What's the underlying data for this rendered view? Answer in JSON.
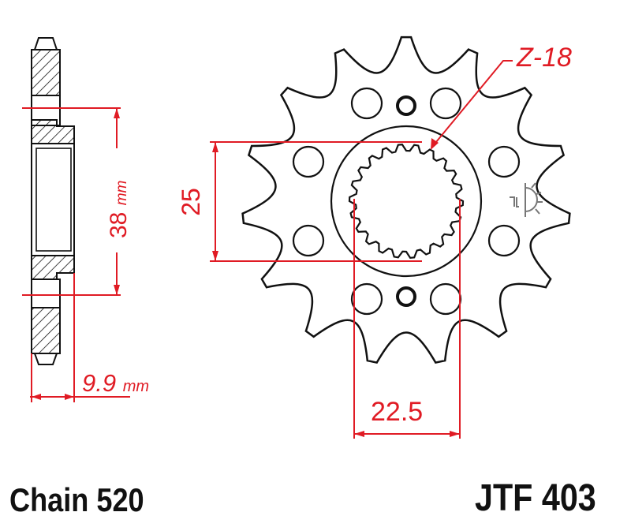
{
  "diagram": {
    "type": "front sprocket technical drawing",
    "colors": {
      "outline": "#111111",
      "dimension": "#e01b24",
      "background": "#ffffff"
    },
    "side_view": {
      "hub_diameter_value": "38",
      "hub_diameter_unit": "mm",
      "width_value": "9.9",
      "width_unit": "mm"
    },
    "front_view": {
      "teeth_label": "Z-18",
      "spline_height_value": "25",
      "spline_width_value": "22.5",
      "teeth_drawn": 15,
      "bolt_holes": 8,
      "small_holes": 2
    },
    "footer": {
      "chain_label": "Chain 520",
      "part_number": "JTF 403"
    },
    "icons": [
      "cross-section-hatch",
      "jt-logo-mark"
    ]
  }
}
